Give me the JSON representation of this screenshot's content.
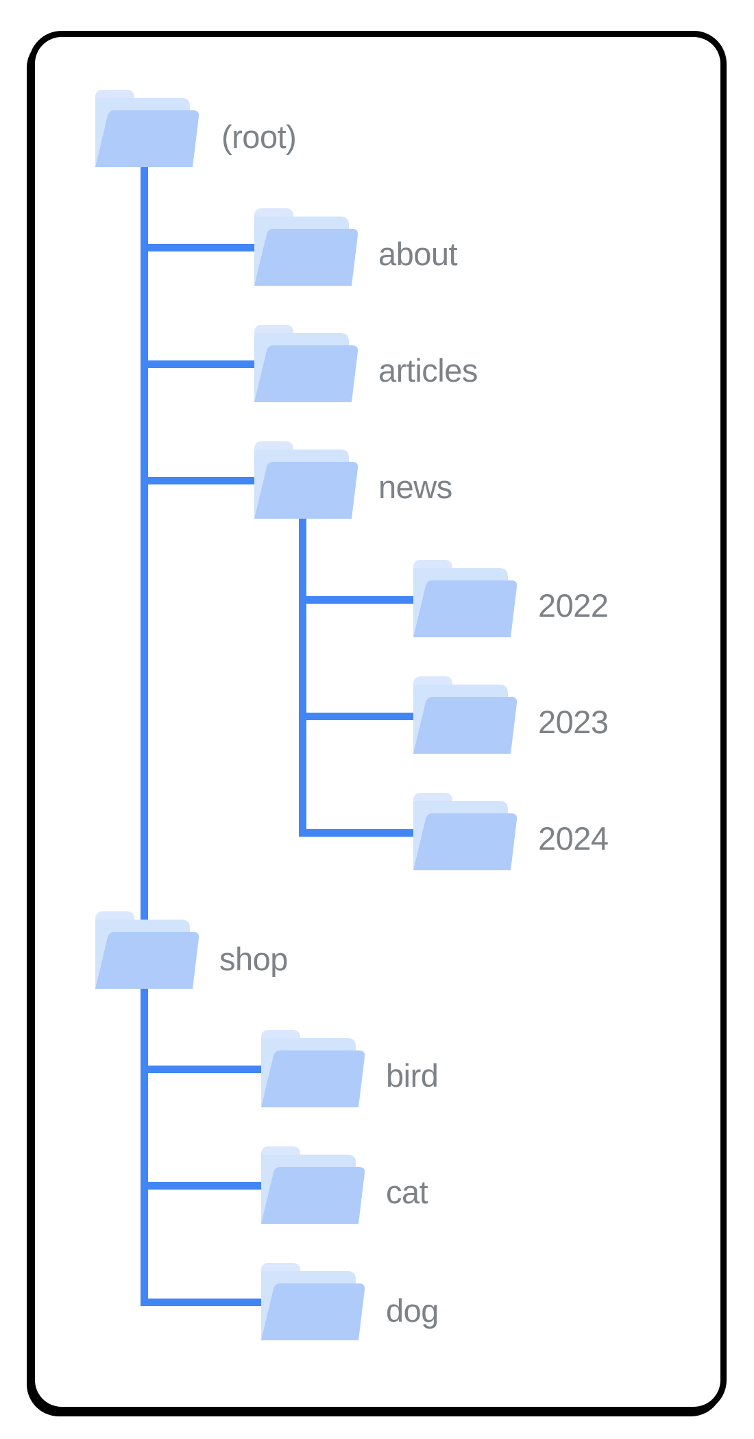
{
  "diagram": {
    "type": "folder-tree",
    "labels": {
      "root": "(root)",
      "about": "about",
      "articles": "articles",
      "news": "news",
      "2022": "2022",
      "2023": "2023",
      "2024": "2024",
      "shop": "shop",
      "bird": "bird",
      "cat": "cat",
      "dog": "dog"
    },
    "hierarchy": {
      "label": "(root)",
      "children": [
        {
          "label": "about"
        },
        {
          "label": "articles"
        },
        {
          "label": "news",
          "children": [
            {
              "label": "2022"
            },
            {
              "label": "2023"
            },
            {
              "label": "2024"
            }
          ]
        },
        {
          "label": "shop",
          "children": [
            {
              "label": "bird"
            },
            {
              "label": "cat"
            },
            {
              "label": "dog"
            }
          ]
        }
      ]
    },
    "colors": {
      "line-blue": "#4285f4",
      "folder-front": "#aecbfa",
      "folder-sheet": "#d2e3fc",
      "folder-tab": "#dbe7fd",
      "label-gray": "#7d8287",
      "card-border": "#000000",
      "card-bg": "#ffffff"
    }
  }
}
